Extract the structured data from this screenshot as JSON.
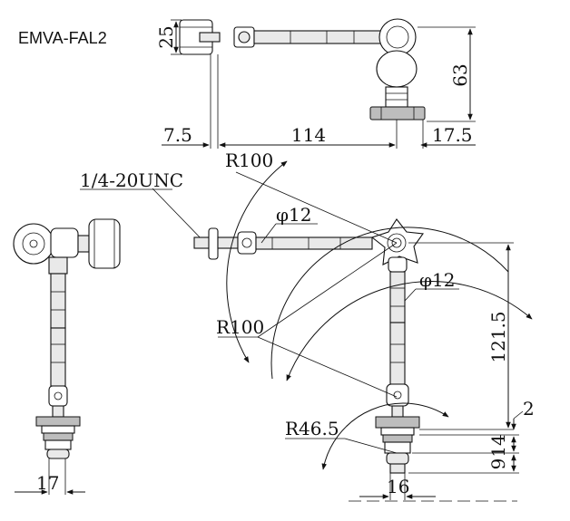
{
  "model": "EMVA-FAL2",
  "dimensions": {
    "d25": "25",
    "d63": "63",
    "d7_5": "7.5",
    "d114": "114",
    "d17_5": "17.5",
    "r100_top": "R100",
    "thread": "1/4-20UNC",
    "phi12_top": "φ12",
    "phi12_side": "φ12",
    "r100_mid": "R100",
    "d121_5": "121.5",
    "d2": "2",
    "r46_5": "R46.5",
    "d9": "9",
    "d14": "14",
    "d17": "17",
    "d16": "16"
  }
}
